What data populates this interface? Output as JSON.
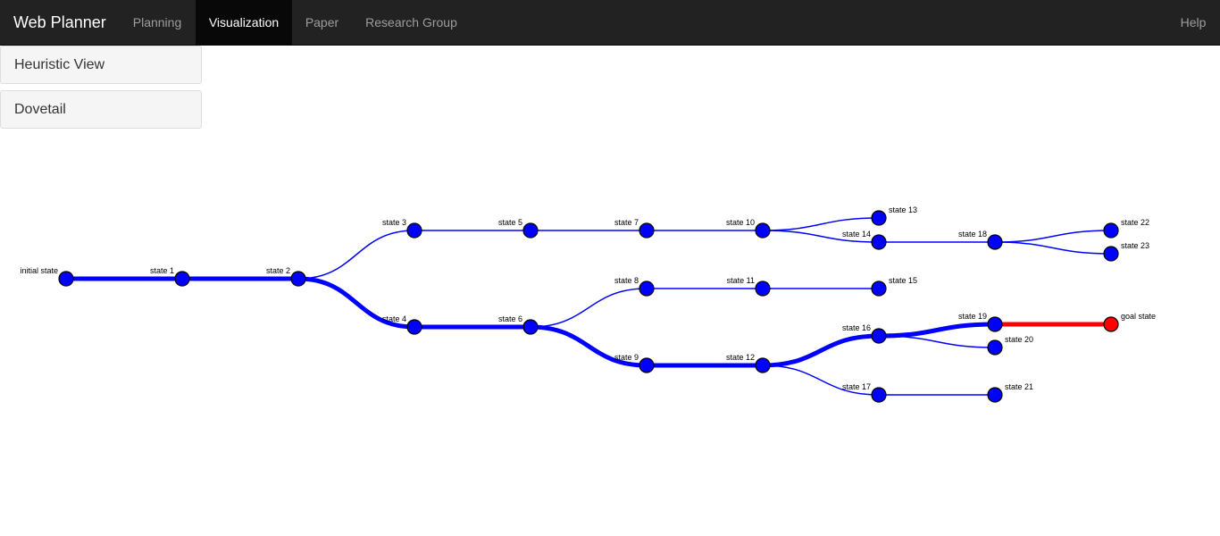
{
  "navbar": {
    "brand": "Web Planner",
    "items": [
      {
        "label": "Planning",
        "active": false
      },
      {
        "label": "Visualization",
        "active": true
      },
      {
        "label": "Paper",
        "active": false
      },
      {
        "label": "Research Group",
        "active": false
      }
    ],
    "help": "Help"
  },
  "sidebar": {
    "buttons": [
      "Heuristic View",
      "Dovetail"
    ]
  },
  "colors": {
    "navbar_bg": "#222222",
    "node_fill": "#0000ff",
    "goal_fill": "#ff0000",
    "edge": "#0000ff",
    "goal_edge": "#ff0000"
  },
  "graph": {
    "nodes": [
      {
        "id": "initial",
        "label": "initial state"
      },
      {
        "id": "s1",
        "label": "state 1"
      },
      {
        "id": "s2",
        "label": "state 2"
      },
      {
        "id": "s3",
        "label": "state 3"
      },
      {
        "id": "s4",
        "label": "state 4"
      },
      {
        "id": "s5",
        "label": "state 5"
      },
      {
        "id": "s6",
        "label": "state 6"
      },
      {
        "id": "s7",
        "label": "state 7"
      },
      {
        "id": "s8",
        "label": "state 8"
      },
      {
        "id": "s9",
        "label": "state 9"
      },
      {
        "id": "s10",
        "label": "state 10"
      },
      {
        "id": "s11",
        "label": "state 11"
      },
      {
        "id": "s12",
        "label": "state 12"
      },
      {
        "id": "s13",
        "label": "state 13"
      },
      {
        "id": "s14",
        "label": "state 14"
      },
      {
        "id": "s15",
        "label": "state 15"
      },
      {
        "id": "s16",
        "label": "state 16"
      },
      {
        "id": "s17",
        "label": "state 17"
      },
      {
        "id": "s18",
        "label": "state 18"
      },
      {
        "id": "s19",
        "label": "state 19"
      },
      {
        "id": "s20",
        "label": "state 20"
      },
      {
        "id": "s21",
        "label": "state 21"
      },
      {
        "id": "s22",
        "label": "state 22"
      },
      {
        "id": "s23",
        "label": "state 23"
      },
      {
        "id": "goal",
        "label": "goal state"
      }
    ],
    "edges": [
      {
        "from": "initial",
        "to": "s1",
        "on_plan": true
      },
      {
        "from": "s1",
        "to": "s2",
        "on_plan": true
      },
      {
        "from": "s2",
        "to": "s3",
        "on_plan": false
      },
      {
        "from": "s2",
        "to": "s4",
        "on_plan": true
      },
      {
        "from": "s3",
        "to": "s5",
        "on_plan": false
      },
      {
        "from": "s4",
        "to": "s6",
        "on_plan": true
      },
      {
        "from": "s5",
        "to": "s7",
        "on_plan": false
      },
      {
        "from": "s6",
        "to": "s8",
        "on_plan": false
      },
      {
        "from": "s6",
        "to": "s9",
        "on_plan": true
      },
      {
        "from": "s7",
        "to": "s10",
        "on_plan": false
      },
      {
        "from": "s8",
        "to": "s11",
        "on_plan": false
      },
      {
        "from": "s9",
        "to": "s12",
        "on_plan": true
      },
      {
        "from": "s10",
        "to": "s13",
        "on_plan": false
      },
      {
        "from": "s10",
        "to": "s14",
        "on_plan": false
      },
      {
        "from": "s11",
        "to": "s15",
        "on_plan": false
      },
      {
        "from": "s12",
        "to": "s16",
        "on_plan": true
      },
      {
        "from": "s12",
        "to": "s17",
        "on_plan": false
      },
      {
        "from": "s14",
        "to": "s18",
        "on_plan": false
      },
      {
        "from": "s16",
        "to": "s19",
        "on_plan": true
      },
      {
        "from": "s16",
        "to": "s20",
        "on_plan": false
      },
      {
        "from": "s17",
        "to": "s21",
        "on_plan": false
      },
      {
        "from": "s18",
        "to": "s22",
        "on_plan": false
      },
      {
        "from": "s18",
        "to": "s23",
        "on_plan": false
      },
      {
        "from": "s19",
        "to": "goal",
        "on_plan": true,
        "goal": true
      }
    ]
  }
}
